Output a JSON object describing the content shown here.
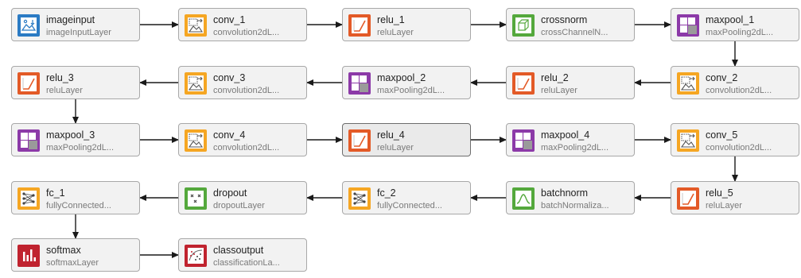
{
  "colors": {
    "input_blue": "#2b7bc4",
    "conv_orange": "#f5a623",
    "relu_red": "#e35a27",
    "norm_green": "#54a83c",
    "pool_purple": "#8c3aa8",
    "softmax_red": "#c0232f",
    "edge": "#1a1a1a",
    "node_bg": "#f2f2f2",
    "node_border": "#a8a8a8"
  },
  "nodes": [
    {
      "id": "imageinput",
      "name": "imageinput",
      "type": "imageInputLayer",
      "icon": "image-input-icon",
      "color": "#2b7bc4"
    },
    {
      "id": "conv_1",
      "name": "conv_1",
      "type": "convolution2dL...",
      "icon": "convolution-icon",
      "color": "#f5a623"
    },
    {
      "id": "relu_1",
      "name": "relu_1",
      "type": "reluLayer",
      "icon": "relu-icon",
      "color": "#e35a27"
    },
    {
      "id": "crossnorm",
      "name": "crossnorm",
      "type": "crossChannelN...",
      "icon": "cross-channel-norm-icon",
      "color": "#54a83c"
    },
    {
      "id": "maxpool_1",
      "name": "maxpool_1",
      "type": "maxPooling2dL...",
      "icon": "max-pooling-icon",
      "color": "#8c3aa8"
    },
    {
      "id": "relu_3",
      "name": "relu_3",
      "type": "reluLayer",
      "icon": "relu-icon",
      "color": "#e35a27"
    },
    {
      "id": "conv_3",
      "name": "conv_3",
      "type": "convolution2dL...",
      "icon": "convolution-icon",
      "color": "#f5a623"
    },
    {
      "id": "maxpool_2",
      "name": "maxpool_2",
      "type": "maxPooling2dL...",
      "icon": "max-pooling-icon",
      "color": "#8c3aa8"
    },
    {
      "id": "relu_2",
      "name": "relu_2",
      "type": "reluLayer",
      "icon": "relu-icon",
      "color": "#e35a27"
    },
    {
      "id": "conv_2",
      "name": "conv_2",
      "type": "convolution2dL...",
      "icon": "convolution-icon",
      "color": "#f5a623"
    },
    {
      "id": "maxpool_3",
      "name": "maxpool_3",
      "type": "maxPooling2dL...",
      "icon": "max-pooling-icon",
      "color": "#8c3aa8"
    },
    {
      "id": "conv_4",
      "name": "conv_4",
      "type": "convolution2dL...",
      "icon": "convolution-icon",
      "color": "#f5a623"
    },
    {
      "id": "relu_4",
      "name": "relu_4",
      "type": "reluLayer",
      "icon": "relu-icon",
      "color": "#e35a27",
      "selected": true
    },
    {
      "id": "maxpool_4",
      "name": "maxpool_4",
      "type": "maxPooling2dL...",
      "icon": "max-pooling-icon",
      "color": "#8c3aa8"
    },
    {
      "id": "conv_5",
      "name": "conv_5",
      "type": "convolution2dL...",
      "icon": "convolution-icon",
      "color": "#f5a623"
    },
    {
      "id": "fc_1",
      "name": "fc_1",
      "type": "fullyConnected...",
      "icon": "fully-connected-icon",
      "color": "#f5a623"
    },
    {
      "id": "dropout",
      "name": "dropout",
      "type": "dropoutLayer",
      "icon": "dropout-icon",
      "color": "#54a83c"
    },
    {
      "id": "fc_2",
      "name": "fc_2",
      "type": "fullyConnected...",
      "icon": "fully-connected-icon",
      "color": "#f5a623"
    },
    {
      "id": "batchnorm",
      "name": "batchnorm",
      "type": "batchNormaliza...",
      "icon": "batch-norm-icon",
      "color": "#54a83c"
    },
    {
      "id": "relu_5",
      "name": "relu_5",
      "type": "reluLayer",
      "icon": "relu-icon",
      "color": "#e35a27"
    },
    {
      "id": "softmax",
      "name": "softmax",
      "type": "softmaxLayer",
      "icon": "softmax-icon",
      "color": "#c0232f"
    },
    {
      "id": "classoutput",
      "name": "classoutput",
      "type": "classificationLa...",
      "icon": "classification-output-icon",
      "color": "#c0232f"
    }
  ],
  "edges": [
    [
      "imageinput",
      "conv_1"
    ],
    [
      "conv_1",
      "relu_1"
    ],
    [
      "relu_1",
      "crossnorm"
    ],
    [
      "crossnorm",
      "maxpool_1"
    ],
    [
      "maxpool_1",
      "conv_2"
    ],
    [
      "conv_2",
      "relu_2"
    ],
    [
      "relu_2",
      "maxpool_2"
    ],
    [
      "maxpool_2",
      "conv_3"
    ],
    [
      "conv_3",
      "relu_3"
    ],
    [
      "relu_3",
      "maxpool_3"
    ],
    [
      "maxpool_3",
      "conv_4"
    ],
    [
      "conv_4",
      "relu_4"
    ],
    [
      "relu_4",
      "maxpool_4"
    ],
    [
      "maxpool_4",
      "conv_5"
    ],
    [
      "conv_5",
      "relu_5"
    ],
    [
      "relu_5",
      "batchnorm"
    ],
    [
      "batchnorm",
      "fc_2"
    ],
    [
      "fc_2",
      "dropout"
    ],
    [
      "dropout",
      "fc_1"
    ],
    [
      "fc_1",
      "softmax"
    ],
    [
      "softmax",
      "classoutput"
    ]
  ]
}
